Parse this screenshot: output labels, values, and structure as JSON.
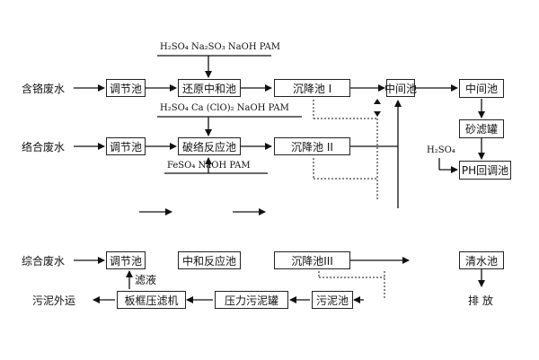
{
  "inputs": {
    "chromium": "含铬废水",
    "complex": "络合废水",
    "mixed": "综合废水"
  },
  "units": {
    "regulating_1": "调节池",
    "reduction_neutral": "还原中和池",
    "sediment_1": "沉降池 I",
    "middle_1": "中间池",
    "middle_2": "中间池",
    "sand_filter": "砂滤罐",
    "ph_adjust": "PH回调池",
    "regulating_2": "调节池",
    "decomplex": "破络反应池",
    "sediment_2": "沉降池 II",
    "regulating_3": "调节池",
    "neutral_react": "中和反应池",
    "sediment_3": "沉降池III",
    "clear_water": "清水池",
    "sludge_tank": "污泥池",
    "press_sludge": "压力污泥罐",
    "filter_press": "板框压滤机"
  },
  "reagents": {
    "line1": "H₂SO₄ Na₂SO₃ NaOH PAM",
    "line2": "H₂SO₄ Ca (ClO)₂ NaOH PAM",
    "line3": "FeSO₄ NaOH PAM",
    "ph_acid": "H₂SO₄"
  },
  "texts": {
    "filtrate": "滤液",
    "sludge_out": "污泥外运",
    "discharge": "排 放"
  }
}
